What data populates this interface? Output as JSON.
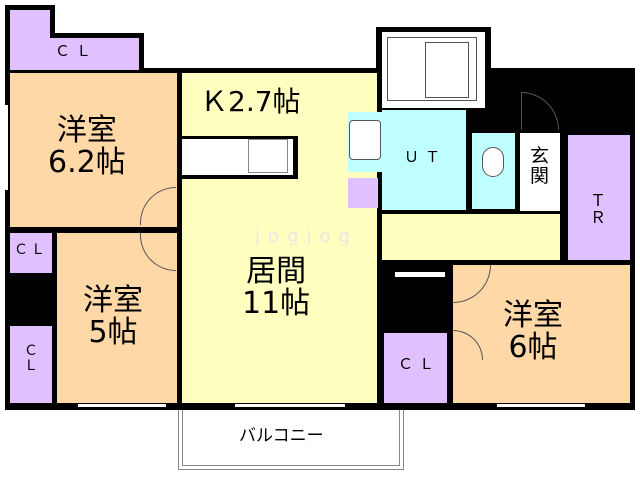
{
  "colors": {
    "western_room": "#ffd8a8",
    "living": "#ffffc0",
    "wet_area": "#c0ffff",
    "closet": "#e0c0ff",
    "wall": "#000000",
    "entrance": "#ffffff"
  },
  "rooms": {
    "cl_top": "ＣＬ",
    "room_a": "洋室\n6.2帖",
    "kitchen": "Ｋ2.7帖",
    "ut": "ＵＴ",
    "entrance": "玄\n関",
    "tr": "Ｔ\nＲ",
    "cl_left_top": "ＣＬ",
    "cl_left_bottom": "Ｃ\nＬ",
    "room_b": "洋室\n5帖",
    "living": "居間\n11帖",
    "cl_right": "ＣＬ",
    "room_c": "洋室\n6帖",
    "balcony": "バルコニー"
  },
  "watermark": "jogjog"
}
